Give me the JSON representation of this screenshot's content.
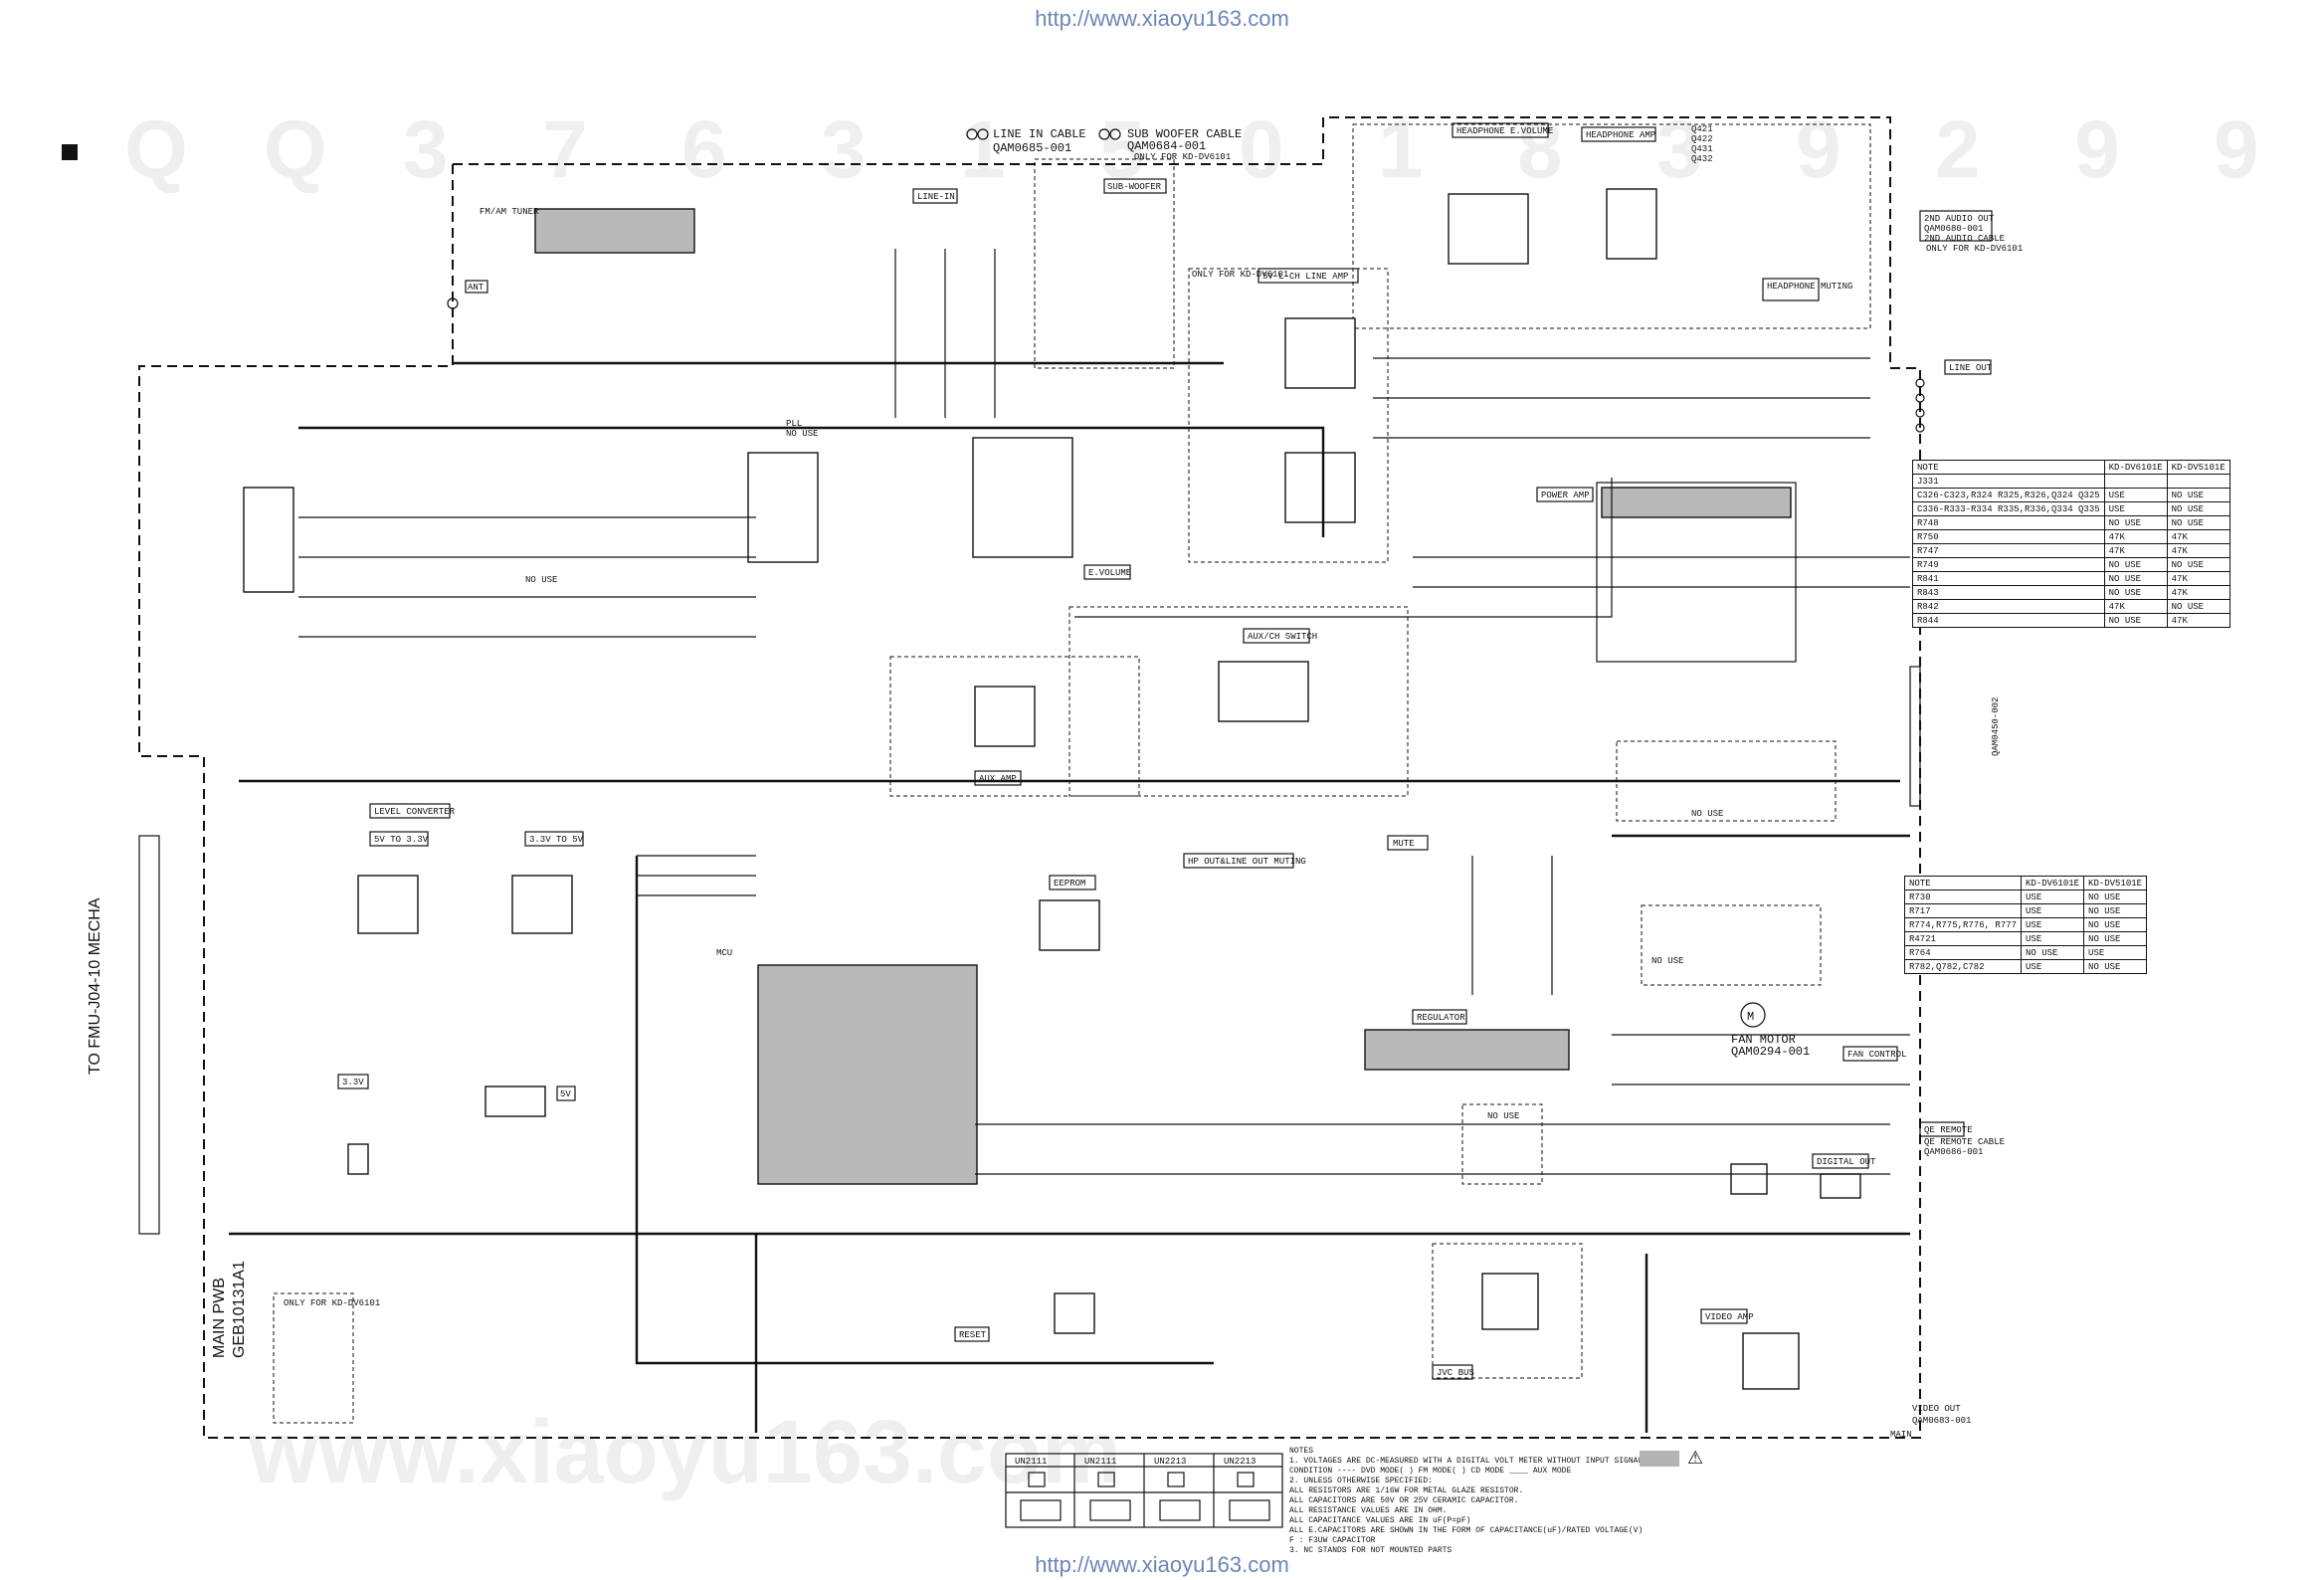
{
  "header": {
    "url_top": "http://www.xiaoyu163.com",
    "url_bottom": "http://www.xiaoyu163.com"
  },
  "watermark": {
    "top_chars": [
      "Q",
      "Q",
      "3",
      "7",
      "6",
      "3",
      "1",
      "5",
      "0",
      "1",
      "8",
      "3",
      "9",
      "2",
      "9",
      "9"
    ],
    "bottom_text": "www.xiaoyu163.com"
  },
  "side_labels": {
    "mecha": "TO FMU-J04-10 MECHA",
    "main_pwb": "MAIN PWB",
    "board_no": "GEB10131A1"
  },
  "connectors": {
    "line_in_cable": "LINE IN CABLE",
    "line_in_part": "QAM0685-001",
    "sub_woofer_cable": "SUB WOOFER CABLE",
    "sub_woofer_part": "QAM0684-001",
    "sub_woofer_note": "ONLY FOR KD-DV6101",
    "second_audio_out": "2ND AUDIO OUT",
    "second_audio_part": "QAM0680-001",
    "second_audio_cable": "2ND AUDIO CABLE",
    "second_audio_note": "ONLY FOR KD-DV6101",
    "line_out": "LINE OUT",
    "fan_motor": "FAN MOTOR",
    "fan_motor_part": "QAM0294-001",
    "fan_control": "FAN CONTROL",
    "qe_remote": "QE REMOTE",
    "qe_remote_cable": "QE REMOTE CABLE",
    "qe_remote_part": "QAM0686-001",
    "digital_out": "DIGITAL OUT",
    "video_out": "VIDEO OUT",
    "video_out_part": "QAM0683-001",
    "ant": "ANT",
    "fm_am_tuner": "FM/AM TUNER",
    "main": "MAIN",
    "part_022": "QAM0450-002"
  },
  "blocks": {
    "line_in": "LINE-IN",
    "sub_woofer": "SUB-WOOFER",
    "headphone_e_volume": "HEADPHONE E.VOLUME",
    "headphone_amp": "HEADPHONE AMP",
    "headphone_muting": "HEADPHONE MUTING",
    "line_amp": "5V L-CH LINE AMP",
    "e_volume": "E.VOLUME",
    "aux_ch_switch": "AUX/CH SWITCH",
    "aux_amp": "AUX AMP",
    "power_amp": "POWER AMP",
    "level_converter": "LEVEL CONVERTER",
    "conv_5v_33v": "5V TO 3.3V",
    "conv_33v_5v": "3.3V TO 5V",
    "hp_muting": "HP OUT&LINE OUT MUTING",
    "eeprom": "EEPROM",
    "mute": "MUTE",
    "regulator": "REGULATOR",
    "video_amp": "VIDEO AMP",
    "jvc_bus": "JVC BUS",
    "reset": "RESET",
    "mcu": "MCU",
    "v33": "3.3V",
    "v5": "5V",
    "no_use": "NO USE",
    "pll": "PLL",
    "only_for": "ONLY FOR KD-DV6101",
    "hp_trans": [
      "Q421",
      "Q422",
      "Q431",
      "Q432"
    ]
  },
  "table1": {
    "header": [
      "NOTE",
      "KD-DV6101E",
      "KD-DV5101E"
    ],
    "rows": [
      [
        "J331",
        "",
        ""
      ],
      [
        "C326-C323,R324 R325,R326,Q324 Q325",
        "USE",
        "NO USE"
      ],
      [
        "C336-R333-R334 R335,R336,Q334 Q335",
        "USE",
        "NO USE"
      ],
      [
        "R748",
        "NO USE",
        "NO USE"
      ],
      [
        "R750",
        "47K",
        "47K"
      ],
      [
        "R747",
        "47K",
        "47K"
      ],
      [
        "R749",
        "NO USE",
        "NO USE"
      ],
      [
        "R841",
        "NO USE",
        "47K"
      ],
      [
        "R843",
        "NO USE",
        "47K"
      ],
      [
        "R842",
        "47K",
        "NO USE"
      ],
      [
        "R844",
        "NO USE",
        "47K"
      ]
    ]
  },
  "table2": {
    "header": [
      "NOTE",
      "KD-DV6101E",
      "KD-DV5101E"
    ],
    "rows": [
      [
        "R730",
        "USE",
        "NO USE"
      ],
      [
        "R717",
        "USE",
        "NO USE"
      ],
      [
        "R774,R775,R776, R777",
        "USE",
        "NO USE"
      ],
      [
        "R4721",
        "USE",
        "NO USE"
      ],
      [
        "R764",
        "NO USE",
        "USE"
      ],
      [
        "R782,Q782,C782",
        "USE",
        "NO USE"
      ]
    ]
  },
  "unit_table": [
    "UN2111",
    "UN2111",
    "UN2213",
    "UN2213"
  ],
  "notes": [
    "NOTES",
    "1. VOLTAGES ARE DC-MEASURED WITH A DIGITAL VOLT METER WITHOUT INPUT SIGNAL",
    "   CONDITION ---- DVD MODE( ) FM MODE( ) CD MODE ____ AUX MODE",
    "2. UNLESS OTHERWISE SPECIFIED:",
    "   ALL RESISTORS ARE 1/16W FOR METAL GLAZE RESISTOR.",
    "   ALL CAPACITORS ARE 50V OR 25V CERAMIC CAPACITOR.",
    "   ALL RESISTANCE VALUES ARE IN OHM.",
    "   ALL CAPACITANCE VALUES ARE IN uF(P=pF)",
    "   ALL E.CAPACITORS ARE SHOWN IN THE FORM OF CAPACITANCE(uF)/RATED VOLTAGE(V)",
    "   F : F3UW CAPACITOR",
    "3. NC STANDS FOR NOT MOUNTED PARTS"
  ]
}
